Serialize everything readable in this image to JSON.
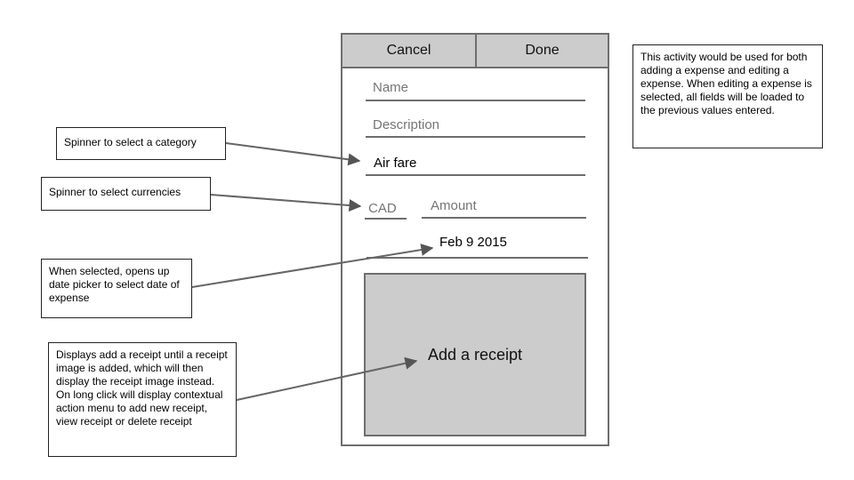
{
  "toolbar": {
    "cancel_label": "Cancel",
    "done_label": "Done"
  },
  "form": {
    "name_placeholder": "Name",
    "description_placeholder": "Description",
    "category_value": "Air fare",
    "currency_value": "CAD",
    "amount_placeholder": "Amount",
    "date_value": "Feb 9 2015",
    "receipt_label": "Add a receipt"
  },
  "notes": {
    "activity": "This activity would be used for both adding a expense and editing a expense. When editing a expense is selected, all fields will be loaded to the previous values entered.",
    "category": "Spinner to select a category",
    "currency": "Spinner to select currencies",
    "date": "When selected, opens up date picker to select date of expense",
    "receipt": "Displays add a receipt until a receipt image is added, which will then display the receipt image instead. On long click will display contextual action menu to add new receipt, view receipt or delete receipt"
  },
  "colors": {
    "outline": "#6e6e6e",
    "button_fill": "#cccccc",
    "placeholder_text": "#757575"
  }
}
